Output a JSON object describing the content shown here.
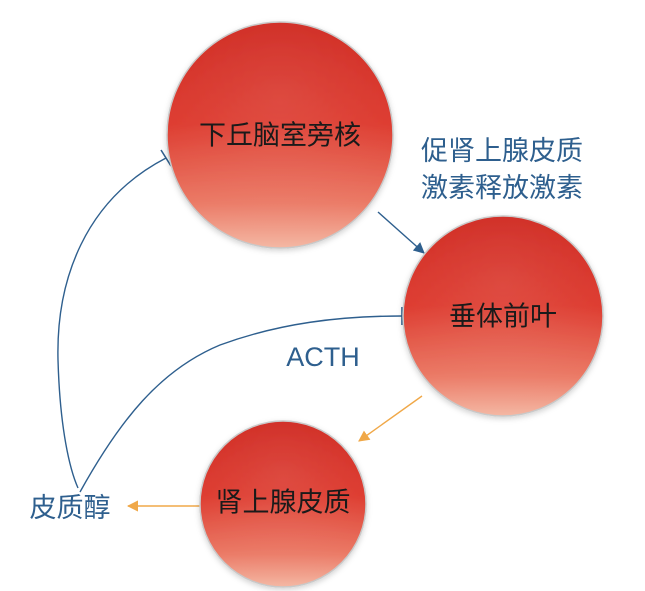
{
  "nodes": {
    "hypothalamus": "下丘脑室旁核",
    "pituitary": "垂体前叶",
    "adrenal": "肾上腺皮质"
  },
  "labels": {
    "crh_line1": "促肾上腺皮质",
    "crh_line2": "激素释放激素",
    "acth": "ACTH",
    "cortisol": "皮质醇"
  },
  "colors": {
    "circle_top": "#d42b24",
    "circle_bottom": "#f2a48f",
    "feedback_line": "#2e5f8e",
    "stimulation_arrow": "#2e5f8e",
    "output_arrow": "#f0a848"
  }
}
